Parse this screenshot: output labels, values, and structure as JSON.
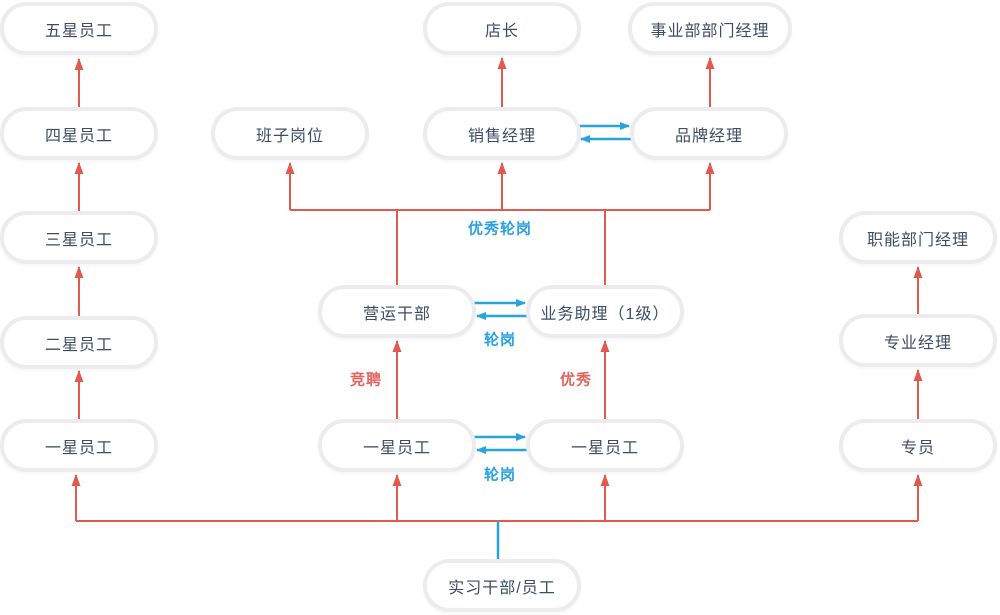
{
  "diagram": {
    "colors": {
      "background": "#ffffff",
      "promotion_line": "#e05a50",
      "rotation_line": "#29a2e0",
      "node_fill": "#ffffff",
      "node_border": "#ececee",
      "node_text": "#3d4d63",
      "label_red": "#e4635c",
      "label_blue": "#29a2e0"
    },
    "nodes": {
      "five_star": {
        "label": "五星员工"
      },
      "four_star": {
        "label": "四星员工"
      },
      "three_star": {
        "label": "三星员工"
      },
      "two_star": {
        "label": "二星员工"
      },
      "one_star_left": {
        "label": "一星员工"
      },
      "team_post": {
        "label": "班子岗位"
      },
      "store_manager": {
        "label": "店长"
      },
      "division_dept_manager": {
        "label": "事业部部门经理"
      },
      "sales_manager": {
        "label": "销售经理"
      },
      "brand_manager": {
        "label": "品牌经理"
      },
      "functional_dept_manager": {
        "label": "职能部门经理"
      },
      "operations_cadre": {
        "label": "营运干部"
      },
      "business_assistant_l1": {
        "label": "业务助理（1级）"
      },
      "professional_manager": {
        "label": "专业经理"
      },
      "one_star_mid_left": {
        "label": "一星员工"
      },
      "one_star_mid_right": {
        "label": "一星员工"
      },
      "specialist": {
        "label": "专员"
      },
      "intern_staff": {
        "label": "实习干部/员工"
      }
    },
    "edge_labels": {
      "excellent_rotation": "优秀轮岗",
      "rotation_mid": "轮岗",
      "rotation_bottom": "轮岗",
      "compete": "竞聘",
      "excellent": "优秀"
    }
  }
}
